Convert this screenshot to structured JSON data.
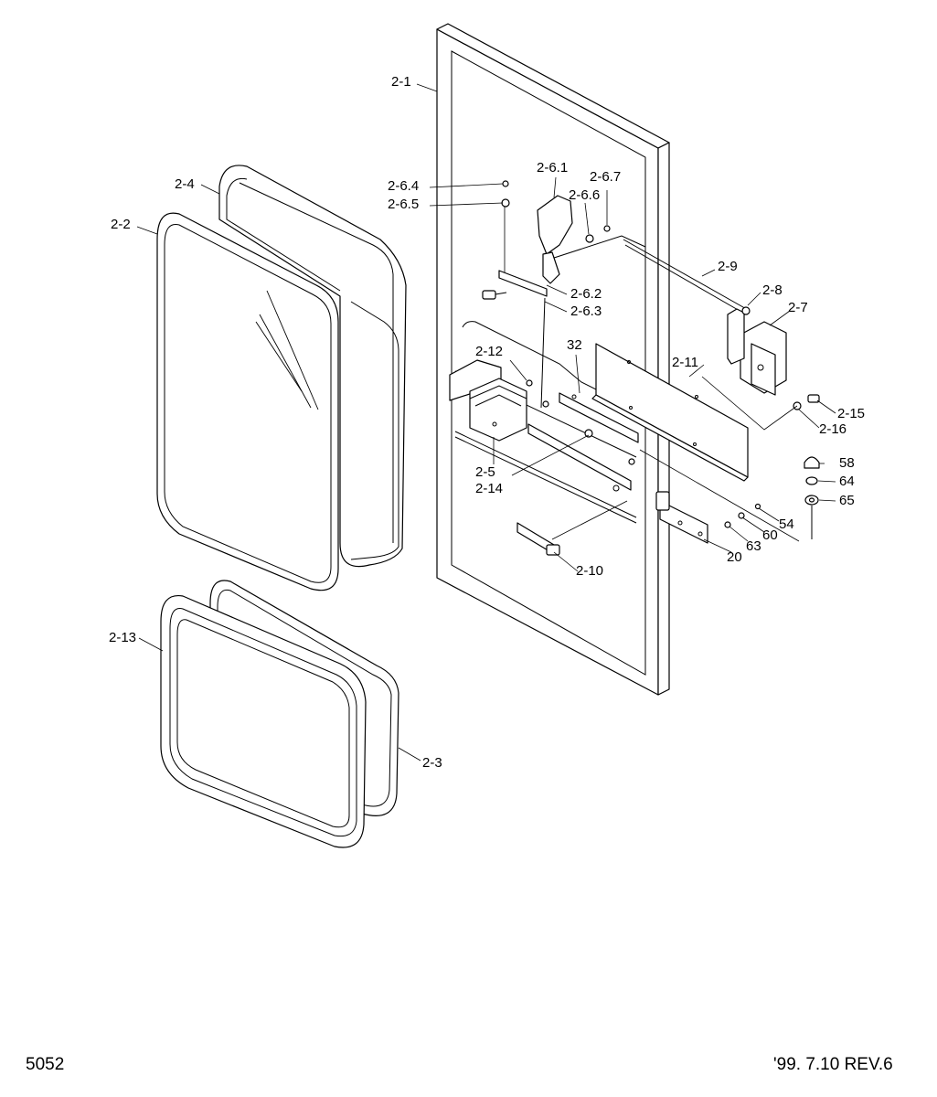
{
  "callouts": {
    "p2_1": "2-1",
    "p2_2": "2-2",
    "p2_3": "2-3",
    "p2_4": "2-4",
    "p2_5": "2-5",
    "p2_6_1": "2-6.1",
    "p2_6_2": "2-6.2",
    "p2_6_3": "2-6.3",
    "p2_6_4": "2-6.4",
    "p2_6_5": "2-6.5",
    "p2_6_6": "2-6.6",
    "p2_6_7": "2-6.7",
    "p2_7": "2-7",
    "p2_8": "2-8",
    "p2_9": "2-9",
    "p2_10": "2-10",
    "p2_11": "2-11",
    "p2_12": "2-12",
    "p2_13": "2-13",
    "p2_14": "2-14",
    "p2_15": "2-15",
    "p2_16": "2-16",
    "p20": "20",
    "p32": "32",
    "p54": "54",
    "p58": "58",
    "p60": "60",
    "p63": "63",
    "p64": "64",
    "p65": "65"
  },
  "footer": {
    "page_number": "5052",
    "revision": "'99. 7.10  REV.6"
  }
}
